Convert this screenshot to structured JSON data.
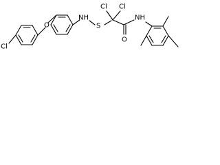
{
  "molecule": {
    "atoms": {
      "cl_left": "Cl",
      "o_ether": "O",
      "nh_amine": "NH",
      "s_thio": "S",
      "cl_top_1": "Cl",
      "cl_top_2": "Cl",
      "nh_amide": "NH",
      "o_carbonyl": "O"
    }
  },
  "colors": {
    "line": "#000000",
    "background": "#ffffff"
  }
}
